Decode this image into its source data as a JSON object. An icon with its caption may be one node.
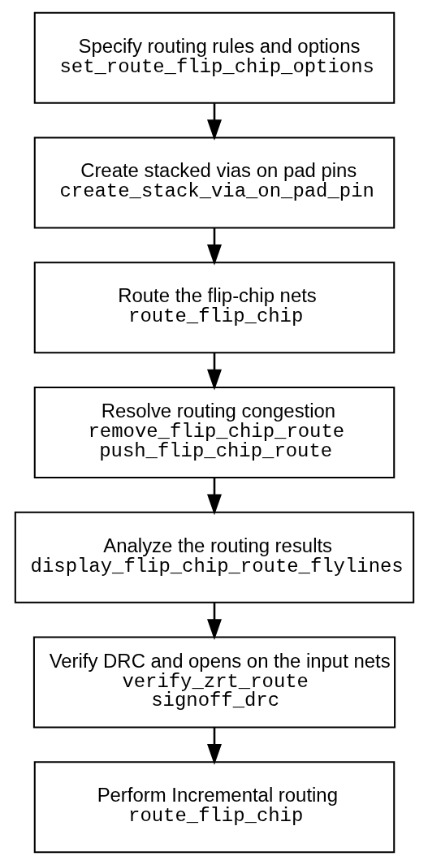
{
  "diagram": {
    "nodes": [
      {
        "text": [
          "Specify routing rules and options",
          "set_route_flip_chip_options"
        ]
      },
      {
        "text": [
          "Create stacked vias on pad pins",
          "create_stack_via_on_pad_pin"
        ]
      },
      {
        "text": [
          "Route the flip-chip nets",
          "route_flip_chip"
        ]
      },
      {
        "text": [
          "Resolve routing congestion",
          "remove_flip_chip_route",
          "push_flip_chip_route"
        ]
      },
      {
        "text": [
          "Analyze the routing results",
          "display_flip_chip_route_flylines"
        ]
      },
      {
        "text": [
          "Verify DRC and opens on the input nets",
          "verify_zrt_route",
          "signoff_drc"
        ]
      },
      {
        "text": [
          "Perform Incremental routing",
          "route_flip_chip"
        ]
      }
    ],
    "edges": [
      {
        "from": 0,
        "to": 1,
        "arrow": "to"
      },
      {
        "from": 1,
        "to": 2,
        "arrow": "to"
      },
      {
        "from": 2,
        "to": 3,
        "arrow": "to"
      },
      {
        "from": 3,
        "to": 4,
        "arrow": "to"
      },
      {
        "from": 4,
        "to": 5,
        "arrow": "to"
      },
      {
        "from": 5,
        "to": 6,
        "arrow": "to"
      }
    ]
  }
}
